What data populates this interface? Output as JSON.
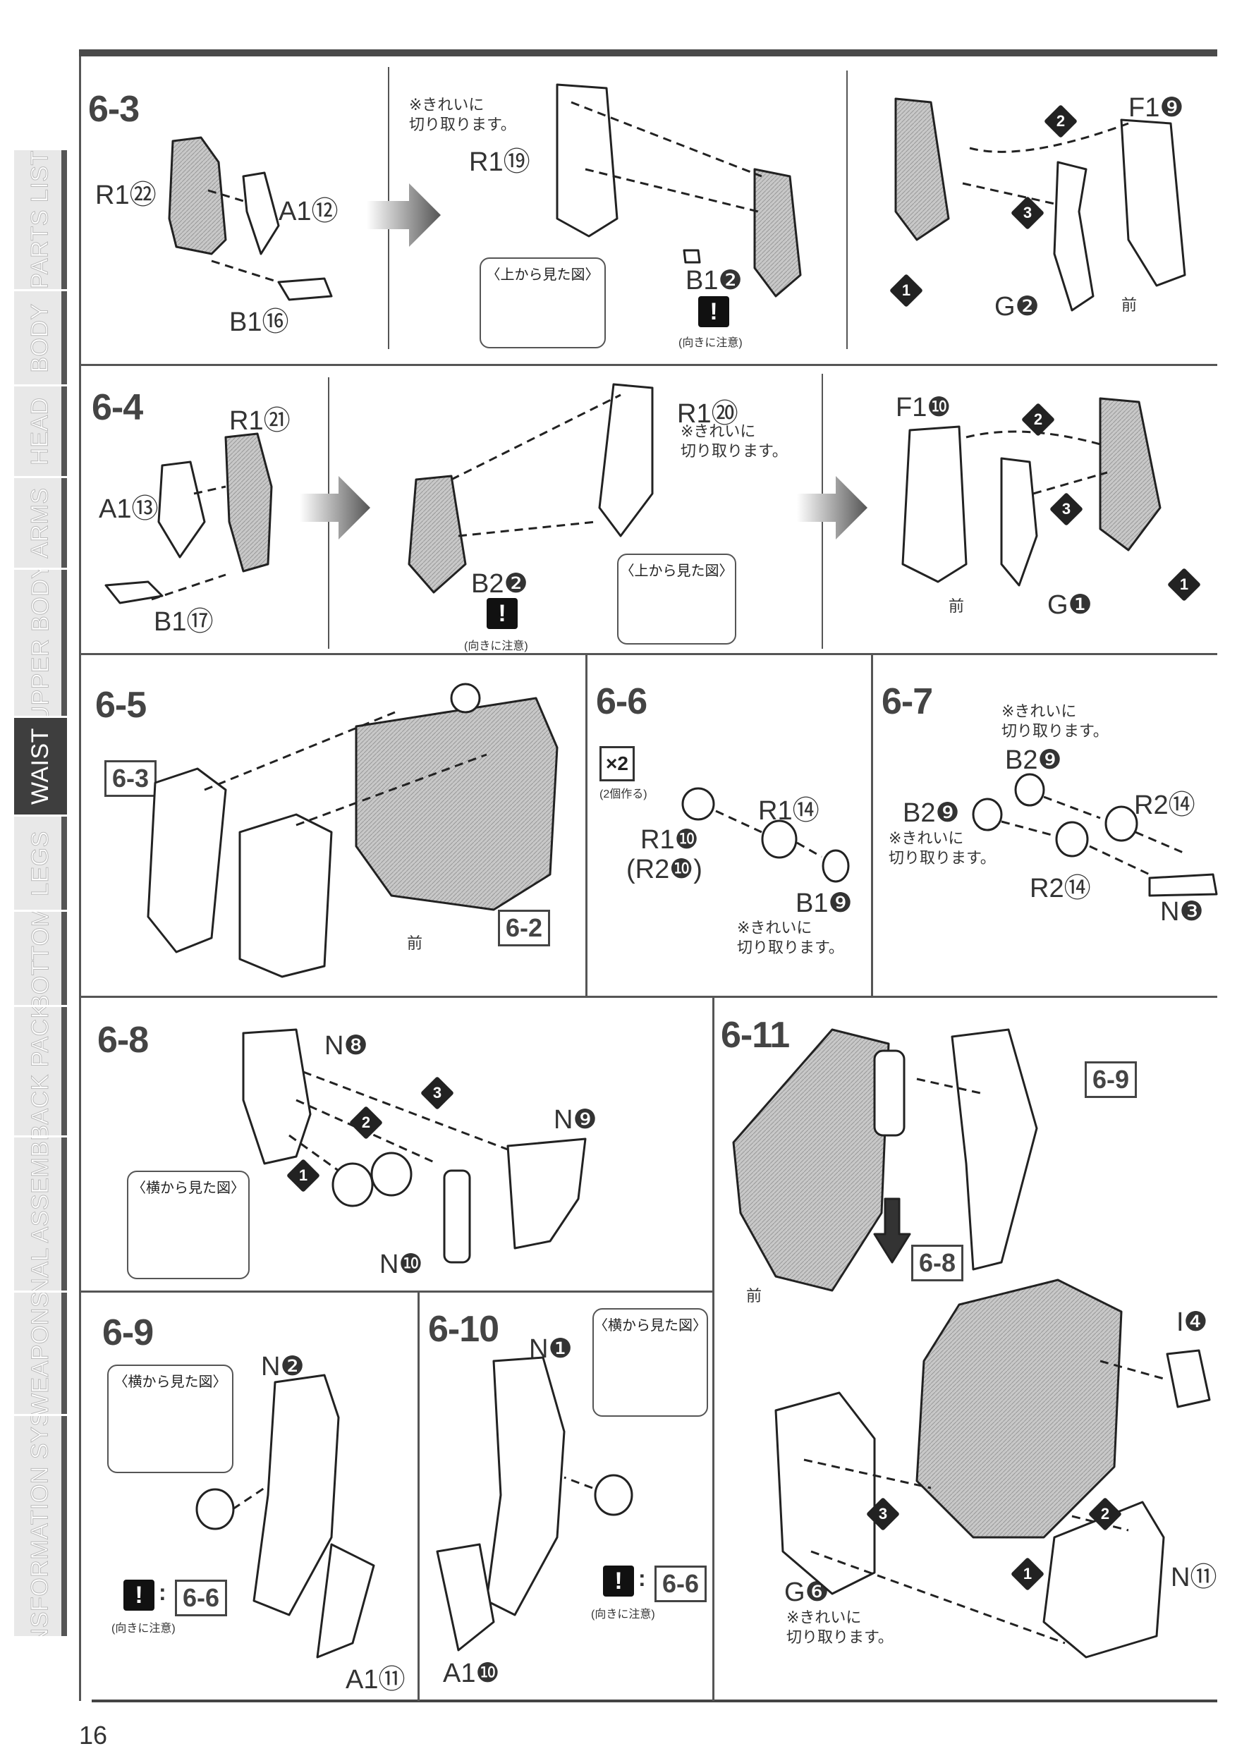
{
  "page_number": "16",
  "sidebar": {
    "tabs": [
      {
        "label": "PARTS LIST",
        "active": false
      },
      {
        "label": "BODY",
        "active": false
      },
      {
        "label": "HEAD",
        "active": false
      },
      {
        "label": "ARMS",
        "active": false
      },
      {
        "label": "UPPER BODY",
        "active": false
      },
      {
        "label": "WAIST",
        "active": true
      },
      {
        "label": "LEGS",
        "active": false
      },
      {
        "label": "BOTTOM",
        "active": false
      },
      {
        "label": "BACK PACK",
        "active": false
      },
      {
        "label": "FINAL ASSEMBLE",
        "active": false
      },
      {
        "label": "WEAPONS",
        "active": false
      },
      {
        "label": "TRANSFORMATION SYSTEM",
        "active": false
      }
    ]
  },
  "common": {
    "clean_cut": "※きれいに\n切り取ります。",
    "top_view": "〈上から見た図〉",
    "side_view": "〈横から見た図〉",
    "caution": "(向きに注意)",
    "front": "前",
    "make_two": "(2個作る)"
  },
  "steps": {
    "s63": {
      "label": "6-3",
      "parts": {
        "r1_22": "R1㉒",
        "a1_12": "A1⑫",
        "b1_16": "B1⑯",
        "r1_19": "R1⑲",
        "b1_2": "B1❷",
        "f1_9": "F1❾",
        "g2": "G❷"
      }
    },
    "s64": {
      "label": "6-4",
      "parts": {
        "r1_21": "R1㉑",
        "a1_13": "A1⑬",
        "b1_17": "B1⑰",
        "r1_20": "R1⑳",
        "b2_2": "B2❷",
        "f1_10": "F1❿",
        "g1": "G❶"
      }
    },
    "s65": {
      "label": "6-5",
      "refs": [
        "6-3",
        "6-2"
      ]
    },
    "s66": {
      "label": "6-6",
      "x2": "×2",
      "parts": {
        "r1_14": "R1⑭",
        "r1_10": "R1❿",
        "r2_10": "(R2❿)",
        "b1_9": "B1❾"
      }
    },
    "s67": {
      "label": "6-7",
      "parts": {
        "b2_9a": "B2❾",
        "b2_9b": "B2❾",
        "r2_14a": "R2⑭",
        "r2_14b": "R2⑭",
        "n3": "N❸"
      }
    },
    "s68": {
      "label": "6-8",
      "parts": {
        "n8": "N❽",
        "n9": "N❾",
        "n10": "N❿"
      }
    },
    "s69": {
      "label": "6-9",
      "parts": {
        "n2": "N❷",
        "a1_11": "A1⑪"
      },
      "ref": "6-6"
    },
    "s610": {
      "label": "6-10",
      "parts": {
        "n1": "N❶",
        "a1_10": "A1❿"
      },
      "ref": "6-6"
    },
    "s611": {
      "label": "6-11",
      "refs": [
        "6-9",
        "6-8"
      ],
      "parts": {
        "i4": "I❹",
        "g6": "G❻",
        "n11": "N⑪"
      }
    }
  },
  "colors": {
    "ink": "#222222",
    "tab_bg": "#e8e8e8",
    "tab_active": "#3e3e3e",
    "shade": "#b8b8b8"
  }
}
